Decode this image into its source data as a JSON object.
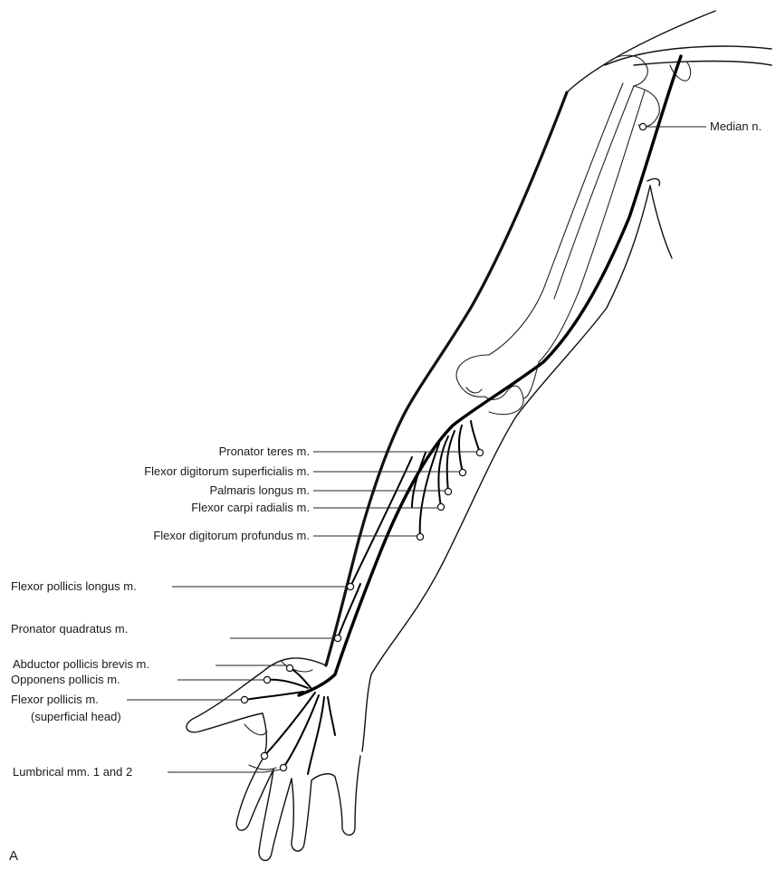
{
  "figure": {
    "panel_letter": "A",
    "labels": {
      "median": "Median n.",
      "pronator_teres": "Pronator teres m.",
      "fds": "Flexor digitorum superficialis m.",
      "palmaris_longus": "Palmaris longus m.",
      "fcr": "Flexor carpi radialis m.",
      "fdp": "Flexor digitorum profundus m.",
      "fpl": "Flexor pollicis longus m.",
      "pronator_quadratus": "Pronator quadratus m.",
      "apb": "Abductor pollicis brevis m.",
      "opponens": "Opponens pollicis m.",
      "fpb_line1": "Flexor pollicis m.",
      "fpb_line2": "(superficial head)",
      "lumbricals": "Lumbrical mm. 1 and 2"
    }
  }
}
